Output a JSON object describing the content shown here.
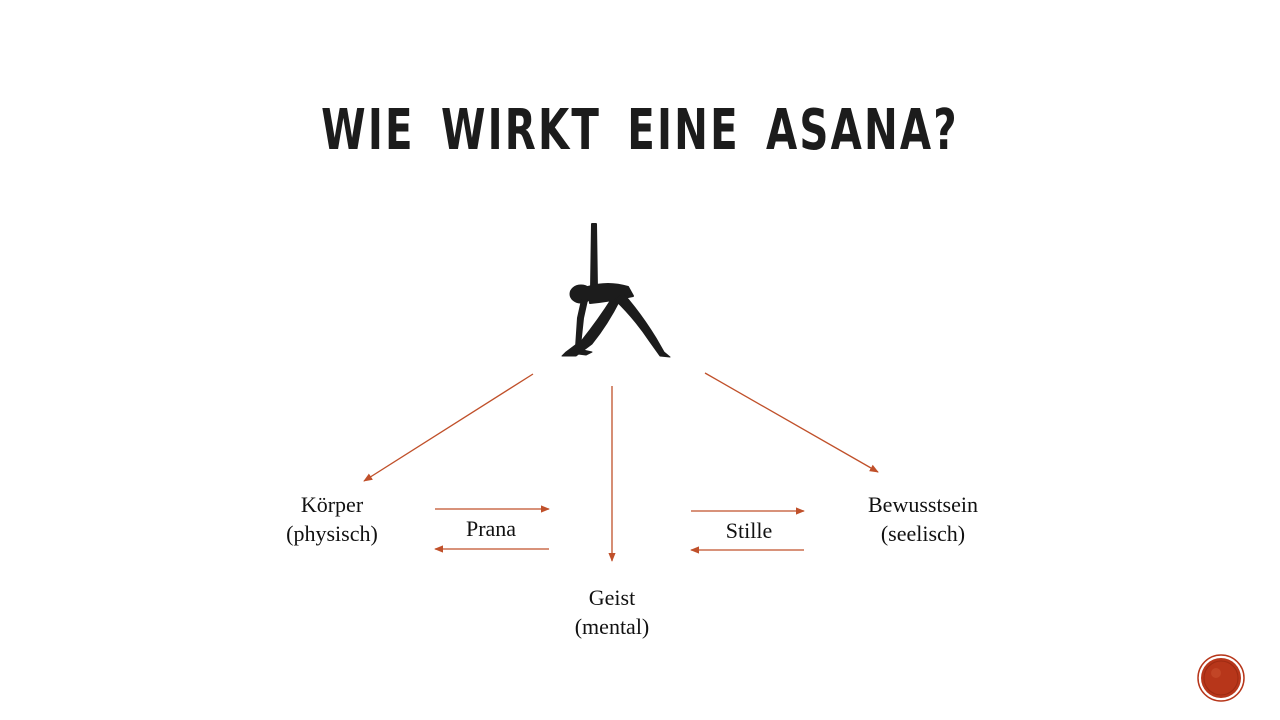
{
  "slide": {
    "title": "WIE WIRKT EINE ASANA?"
  },
  "figure": {
    "icon": "triangle-pose-silhouette-icon",
    "color": "#1c1c1c"
  },
  "nodes": {
    "koerper": {
      "line1": "Körper",
      "line2": "(physisch)"
    },
    "bewusstsein": {
      "line1": "Bewusstsein",
      "line2": "(seelisch)"
    },
    "geist": {
      "line1": "Geist",
      "line2": "(mental)"
    }
  },
  "edges": {
    "prana": "Prana",
    "stille": "Stille"
  },
  "colors": {
    "arrow": "#c0502a",
    "badge": "#b7361a",
    "text": "#111111"
  }
}
